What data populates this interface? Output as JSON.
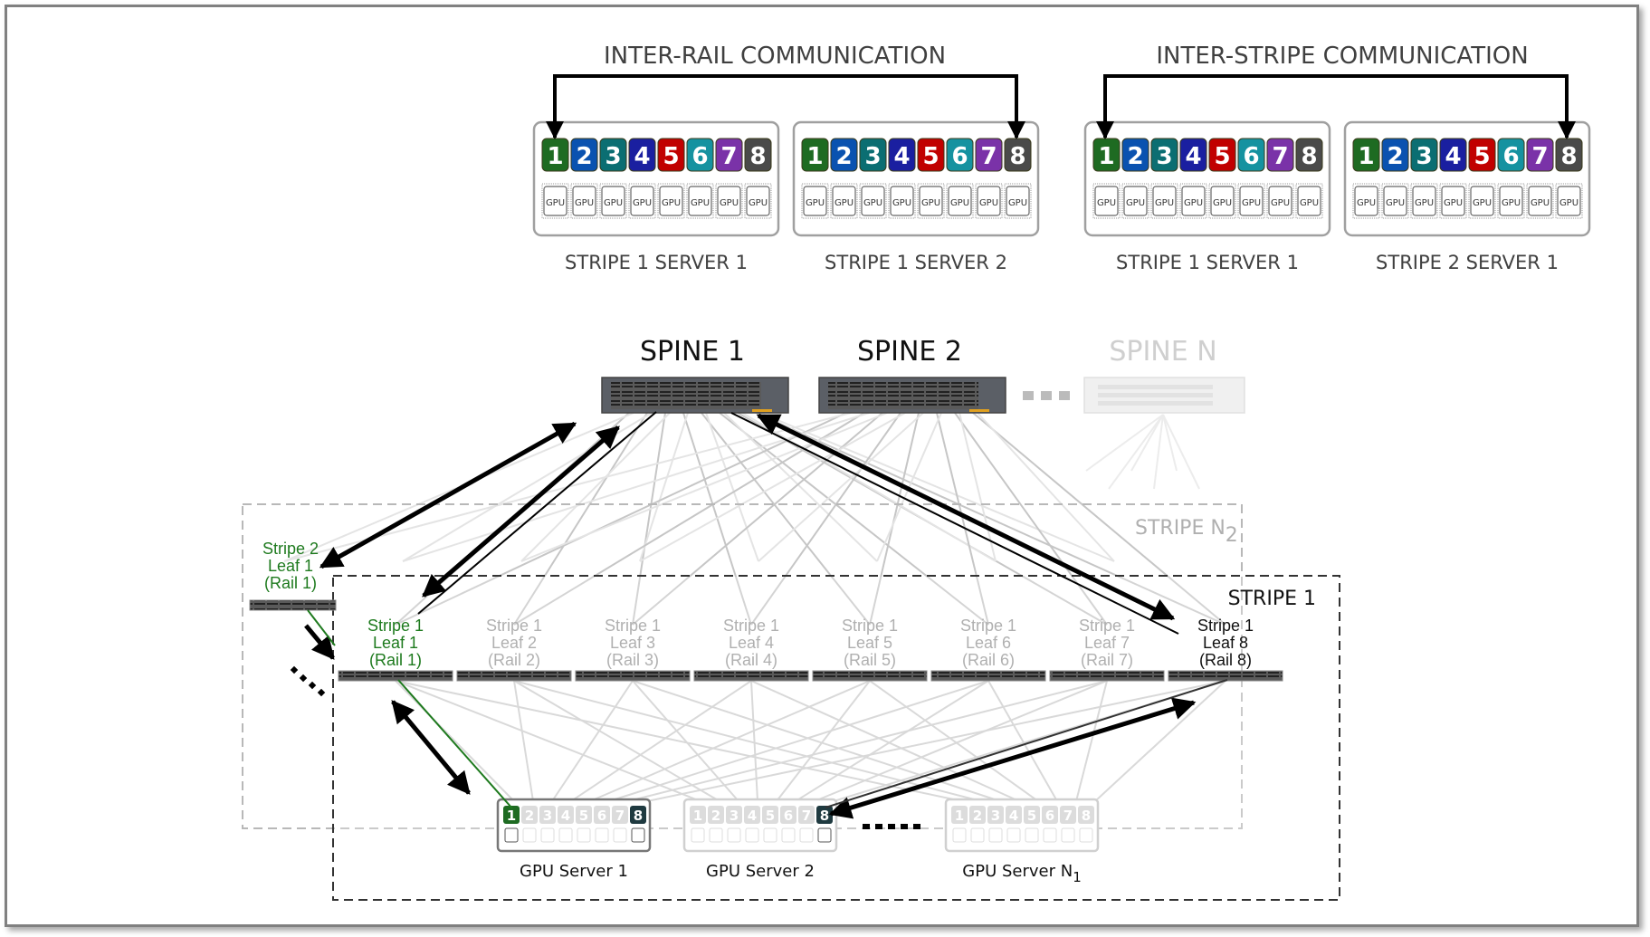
{
  "colors": {
    "rails": [
      "#1e6b22",
      "#0a52b0",
      "#0b6e72",
      "#1a1fa0",
      "#c10000",
      "#1592a0",
      "#7a32a8",
      "#4a4a4a"
    ],
    "highlight_green": "#1e7a1e",
    "faded": "#b0b0b0",
    "dark_badge": "#1f3a40"
  },
  "top": {
    "inter_rail": {
      "title": "INTER-RAIL COMMUNICATION",
      "servers": [
        {
          "label": "STRIPE 1 SERVER 1"
        },
        {
          "label": "STRIPE 1 SERVER 2"
        }
      ]
    },
    "inter_stripe": {
      "title": "INTER-STRIPE  COMMUNICATION",
      "servers": [
        {
          "label": "STRIPE 1 SERVER 1"
        },
        {
          "label": "STRIPE 2 SERVER 1"
        }
      ]
    },
    "gpu_numbers": [
      "1",
      "2",
      "3",
      "4",
      "5",
      "6",
      "7",
      "8"
    ],
    "gpu_chip_text": "GPU"
  },
  "spines": [
    {
      "label": "SPINE 1",
      "faded": false
    },
    {
      "label": "SPINE 2",
      "faded": false
    },
    {
      "label": "SPINE N",
      "faded": true
    }
  ],
  "stripes": {
    "stripe1_label": "STRIPE 1",
    "stripeN2_label": "STRIPE N",
    "stripeN2_sub": "2"
  },
  "stripe2_leaf": {
    "lines": [
      "Stripe 2",
      "Leaf 1",
      "(Rail 1)"
    ]
  },
  "leaves": [
    {
      "lines": [
        "Stripe 1",
        "Leaf 1",
        "(Rail 1)"
      ],
      "state": "green"
    },
    {
      "lines": [
        "Stripe 1",
        "Leaf 2",
        "(Rail 2)"
      ],
      "state": "faded"
    },
    {
      "lines": [
        "Stripe 1",
        "Leaf 3",
        "(Rail 3)"
      ],
      "state": "faded"
    },
    {
      "lines": [
        "Stripe 1",
        "Leaf 4",
        "(Rail 4)"
      ],
      "state": "faded"
    },
    {
      "lines": [
        "Stripe 1",
        "Leaf 5",
        "(Rail 5)"
      ],
      "state": "faded"
    },
    {
      "lines": [
        "Stripe 1",
        "Leaf 6",
        "(Rail 6)"
      ],
      "state": "faded"
    },
    {
      "lines": [
        "Stripe 1",
        "Leaf 7",
        "(Rail 7)"
      ],
      "state": "faded"
    },
    {
      "lines": [
        "Stripe 1",
        "Leaf 8",
        "(Rail 8)"
      ],
      "state": "dark"
    }
  ],
  "gpu_servers": [
    {
      "label": "GPU Server 1",
      "sub": "",
      "active_ports": [
        1,
        8
      ],
      "active_colors": [
        "#1e6b22",
        "#1f3a40"
      ],
      "box_faded": false
    },
    {
      "label": "GPU Server 2",
      "sub": "",
      "active_ports": [
        8
      ],
      "active_colors": [
        "#1f3a40"
      ],
      "box_faded": true
    },
    {
      "label": "GPU Server N",
      "sub": "1",
      "active_ports": [],
      "active_colors": [],
      "box_faded": true
    }
  ]
}
